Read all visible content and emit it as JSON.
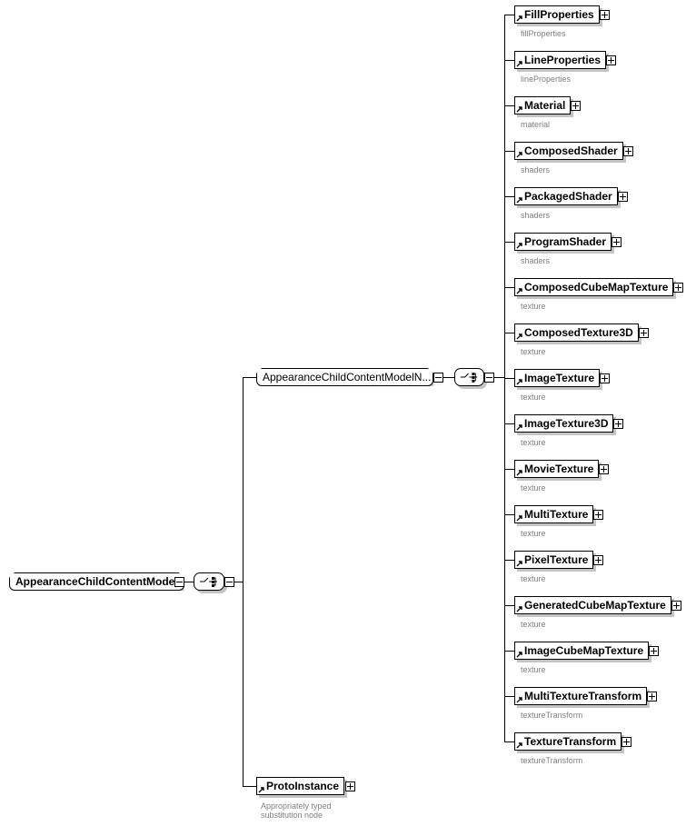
{
  "root": {
    "label": "AppearanceChildContentModel"
  },
  "group": {
    "label": "AppearanceChildContentModelN..."
  },
  "proto": {
    "label": "ProtoInstance",
    "annotation_line1": "Appropriately typed",
    "annotation_line2": "substitution node"
  },
  "children": [
    {
      "label": "FillProperties",
      "annotation": "fillProperties"
    },
    {
      "label": "LineProperties",
      "annotation": "lineProperties"
    },
    {
      "label": "Material",
      "annotation": "material"
    },
    {
      "label": "ComposedShader",
      "annotation": "shaders"
    },
    {
      "label": "PackagedShader",
      "annotation": "shaders"
    },
    {
      "label": "ProgramShader",
      "annotation": "shaders"
    },
    {
      "label": "ComposedCubeMapTexture",
      "annotation": "texture"
    },
    {
      "label": "ComposedTexture3D",
      "annotation": "texture"
    },
    {
      "label": "ImageTexture",
      "annotation": "texture"
    },
    {
      "label": "ImageTexture3D",
      "annotation": "texture"
    },
    {
      "label": "MovieTexture",
      "annotation": "texture"
    },
    {
      "label": "MultiTexture",
      "annotation": "texture"
    },
    {
      "label": "PixelTexture",
      "annotation": "texture"
    },
    {
      "label": "GeneratedCubeMapTexture",
      "annotation": "texture"
    },
    {
      "label": "ImageCubeMapTexture",
      "annotation": "texture"
    },
    {
      "label": "MultiTextureTransform",
      "annotation": "textureTransform"
    },
    {
      "label": "TextureTransform",
      "annotation": "textureTransform"
    }
  ]
}
